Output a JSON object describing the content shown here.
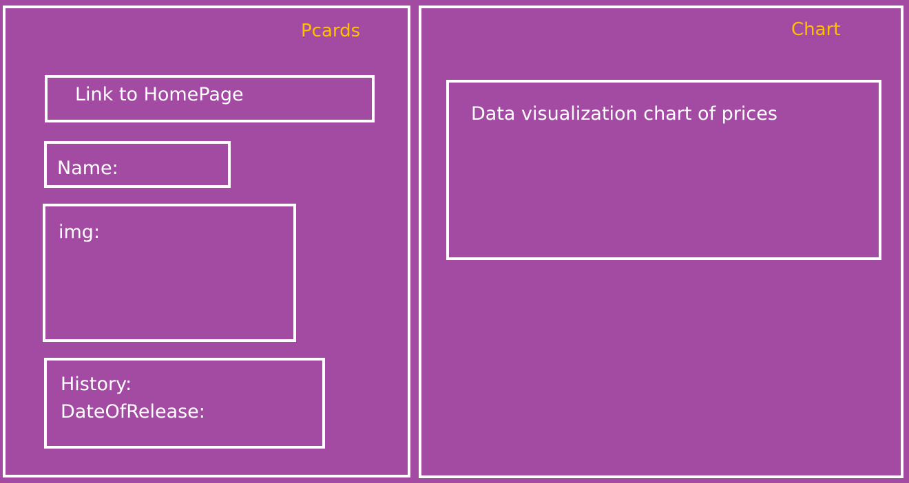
{
  "pcards": {
    "title": "Pcards",
    "link_label": "Link to HomePage",
    "name_label": "Name:",
    "img_label": "img:",
    "history_label": "History:",
    "date_label": "DateOfRelease:"
  },
  "chart_panel": {
    "title": "Chart",
    "chart_label": "Data visualization chart of prices"
  },
  "colors": {
    "background": "#a34ba3",
    "border": "#ffffff",
    "title": "#ffc000",
    "text": "#ffffff"
  }
}
